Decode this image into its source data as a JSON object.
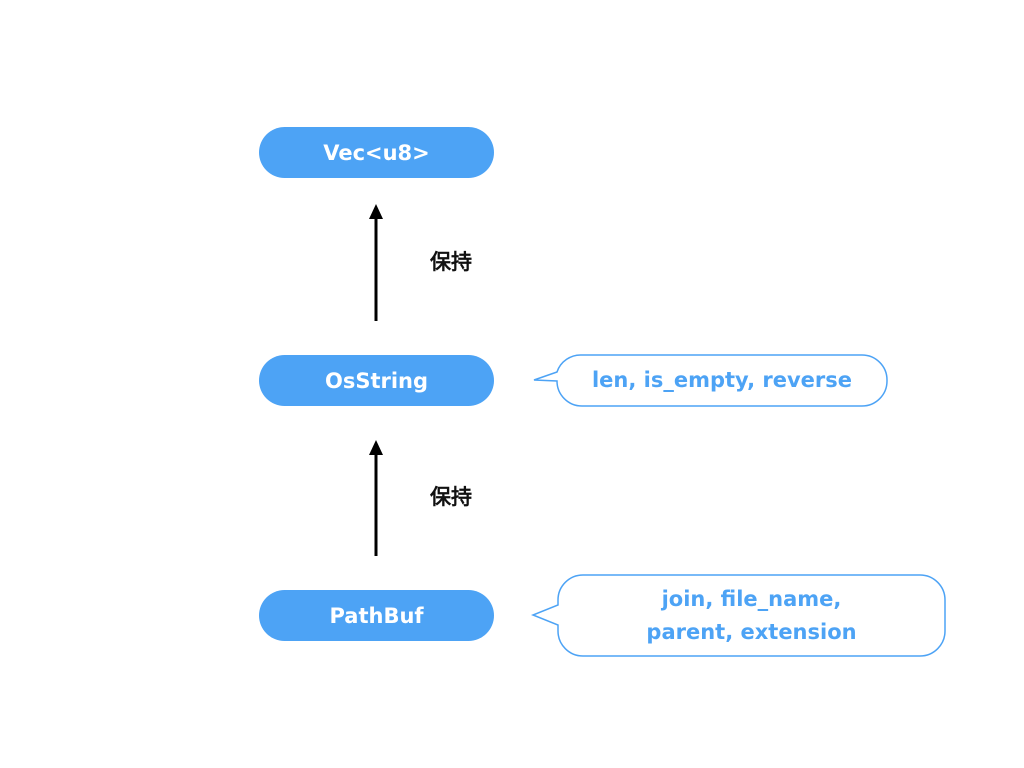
{
  "nodes": {
    "vec": "Vec<u8>",
    "osstring": "OsString",
    "pathbuf": "PathBuf"
  },
  "edges": {
    "pathbuf_to_osstring": "保持",
    "osstring_to_vec": "保持"
  },
  "callouts": {
    "osstring_methods": "len, is_empty, reverse",
    "pathbuf_methods_line1": "join, file_name,",
    "pathbuf_methods_line2": "parent, extension"
  },
  "colors": {
    "node_fill": "#4da3f5",
    "node_text": "#ffffff",
    "callout_border": "#4da3f5",
    "callout_text": "#4da3f5",
    "arrow": "#000000"
  }
}
